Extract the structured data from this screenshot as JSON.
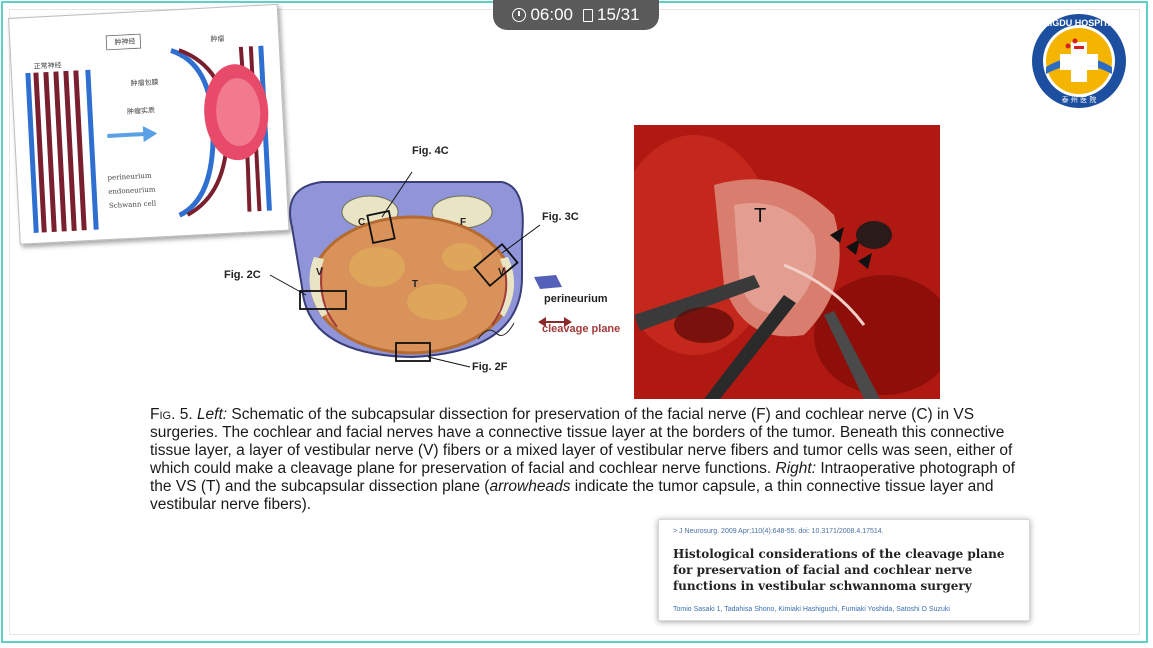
{
  "timer": {
    "time": "06:00",
    "page": "15/31",
    "icons": [
      "clock-icon",
      "page-icon"
    ]
  },
  "logo": {
    "text": "TAIGDU HOSPITAL",
    "cjk": "泰 州 医 院",
    "colors": {
      "ring": "#1d4fa0",
      "fill": "#f5b400",
      "cross": "#ffffff"
    }
  },
  "inset": {
    "header": "肿神经",
    "label_left": "正常神经",
    "label_right": "肿瘤",
    "label_capsule": "肿瘤包膜",
    "label_tumor": "肿瘤实质",
    "label_perineurium": "perineurium",
    "label_endoneurium": "endoneurium",
    "label_schwann": "Schwann cell"
  },
  "figure": {
    "labels": {
      "fig4c": "Fig. 4C",
      "fig3c": "Fig. 3C",
      "fig2c": "Fig. 2C",
      "fig2f": "Fig. 2F",
      "c": "C",
      "f": "F",
      "v_left": "V",
      "v_right": "V",
      "t": "T",
      "perineurium": "perineurium",
      "cleavage": "cleavage plane"
    },
    "colors": {
      "nerve": "#8f95d8",
      "tumor": "#d9925a",
      "sheath": "#e8e4c4",
      "accent_red": "#a33a3a"
    }
  },
  "photo": {
    "label_t": "T"
  },
  "caption": {
    "fig_num": "Fig. 5.",
    "left_label": "Left:",
    "text1": " Schematic of the subcapsular dissection for preservation of the facial nerve (F) and cochlear nerve (C) in VS surgeries. The cochlear and facial nerves have a connective tissue layer at the borders of the tumor. Beneath this connective tissue layer, a layer of vestibular nerve (V) fibers or a mixed layer of vestibular nerve fibers and tumor cells was seen, either of which could make a cleavage plane for preservation of facial and cochlear nerve functions.",
    "right_label": "Right:",
    "text2": " Intraoperative photograph of the VS (T) and the subcapsular dissection plane (",
    "arrowheads": "arrowheads",
    "text3": " indicate the tumor capsule, a thin connective tissue layer and vestibular nerve fibers)."
  },
  "citation": {
    "ref": "> J Neurosurg. 2009 Apr;110(4):648-55. doi: 10.3171/2008.4.17514.",
    "title": "Histological considerations of the cleavage plane for preservation of facial and cochlear nerve functions in vestibular schwannoma surgery",
    "authors": "Tomio Sasaki 1, Tadahisa Shono, Kimiaki Hashiguchi, Fumiaki Yoshida, Satoshi O Suzuki"
  }
}
